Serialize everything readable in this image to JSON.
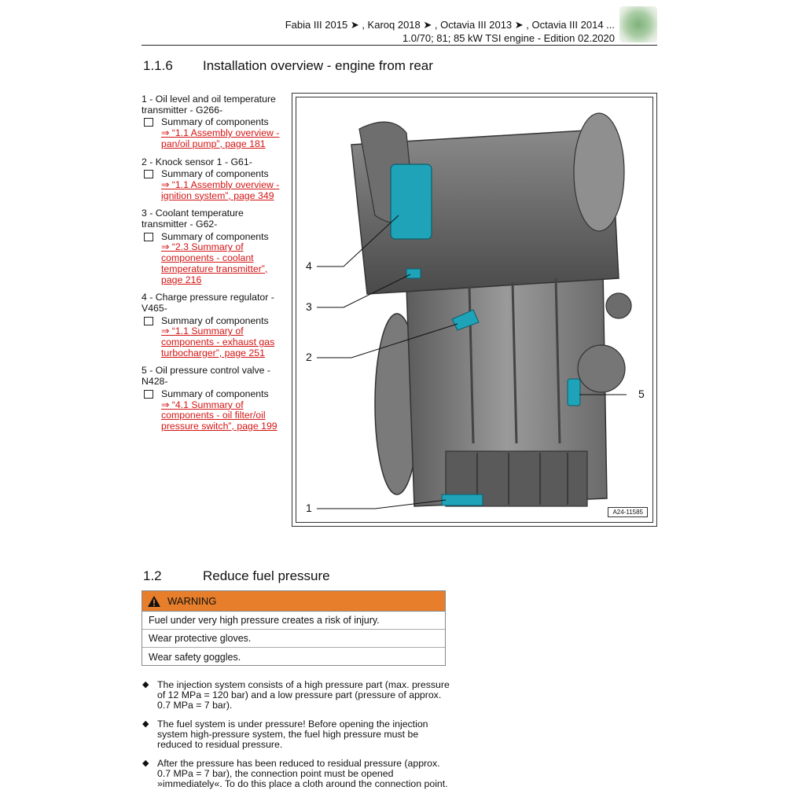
{
  "header": {
    "line1": "Fabia III 2015 ➤ , Karoq 2018 ➤ , Octavia III 2013 ➤ , Octavia III 2014 ...",
    "line2": "1.0/70; 81; 85 kW TSI engine - Edition 02.2020"
  },
  "section1": {
    "number": "1.1.6",
    "title": "Installation overview - engine from rear"
  },
  "legend": [
    {
      "title": "1 - Oil level and oil temperature transmitter - G266-",
      "sub": "Summary of components",
      "ref": "⇒ “1.1 Assembly overview - pan/oil pump”, page 181"
    },
    {
      "title": "2 - Knock sensor 1 - G61-",
      "sub": "Summary of components",
      "ref": "⇒ “1.1 Assembly overview - ignition system”, page 349"
    },
    {
      "title": "3 - Coolant temperature transmitter - G62-",
      "sub": "Summary of components",
      "ref": "⇒ “2.3 Summary of components - coolant temperature transmitter”, page 216"
    },
    {
      "title": "4 - Charge pressure regulator - V465-",
      "sub": "Summary of components",
      "ref": "⇒ “1.1 Summary of components - exhaust gas turbocharger”, page 251"
    },
    {
      "title": "5 - Oil pressure control valve - N428-",
      "sub": "Summary of components",
      "ref": "⇒ “4.1 Summary of components - oil filter/oil pressure switch”, page 199"
    }
  ],
  "figure": {
    "id": "A24-11585",
    "callouts": [
      "1",
      "2",
      "3",
      "4",
      "5"
    ],
    "highlight_color": "#1fa3b8"
  },
  "section2": {
    "number": "1.2",
    "title": "Reduce fuel pressure"
  },
  "warning": {
    "label": "WARNING",
    "color": "#e67e2b",
    "lines": [
      "Fuel under very high pressure creates a risk of injury.",
      "Wear protective gloves.",
      "Wear safety goggles."
    ]
  },
  "bullets": [
    "The injection system consists of a high pressure part (max. pressure of 12 MPa = 120 bar) and a low pressure part (pressure of approx. 0.7 MPa = 7 bar).",
    "The fuel system is under pressure! Before opening the injection system high-pressure system, the fuel high pressure must be reduced to residual pressure.",
    "After the pressure has been reduced to residual pressure (approx. 0.7 MPa = 7 bar), the connection point must be opened »immediately«. To do this place a cloth around the connection point."
  ]
}
